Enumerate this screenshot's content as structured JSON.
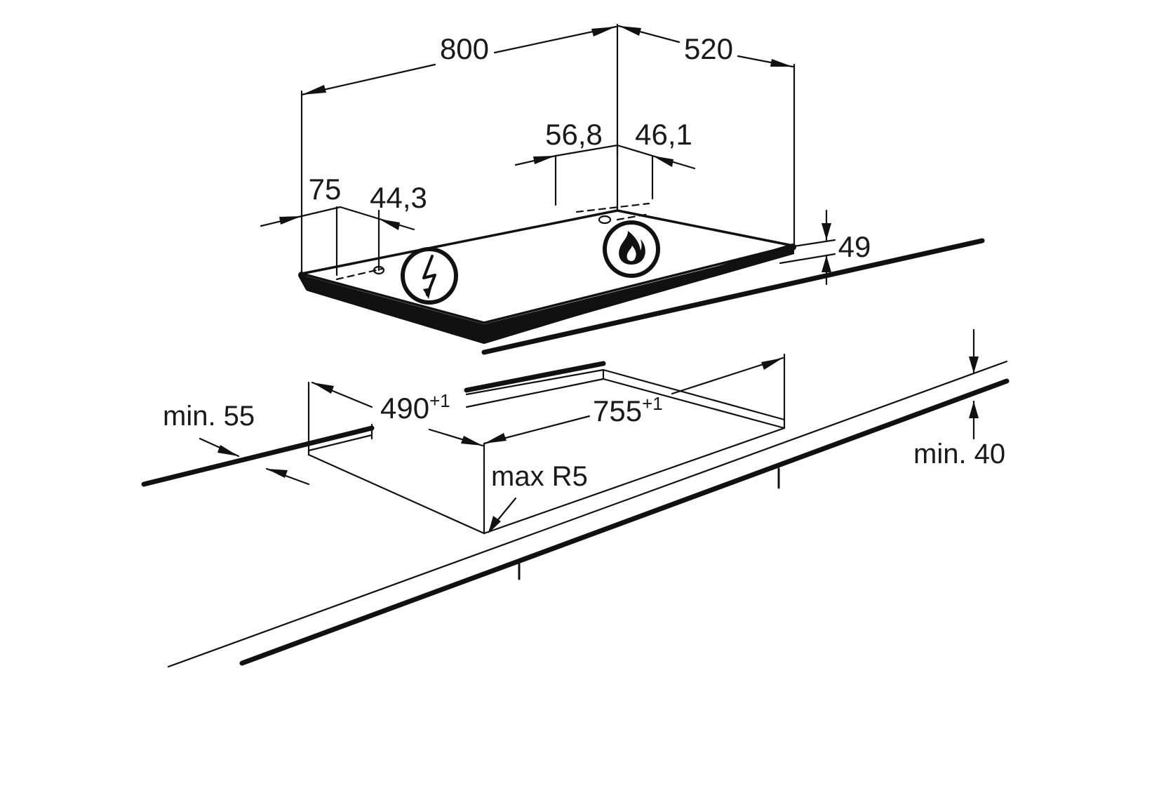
{
  "labels": {
    "width": "800",
    "depth": "520",
    "gas_offset_x": "56,8",
    "gas_offset_y": "46,1",
    "elec_offset_x": "75",
    "elec_offset_y": "44,3",
    "height": "49",
    "cutout_depth": "490",
    "cutout_depth_tol": "+1",
    "cutout_width": "755",
    "cutout_width_tol": "+1",
    "min_front": "min. 55",
    "min_thickness": "min. 40",
    "max_radius": "max R5"
  },
  "icons": {
    "electric": "lightning-bolt-icon",
    "gas": "flame-icon"
  }
}
